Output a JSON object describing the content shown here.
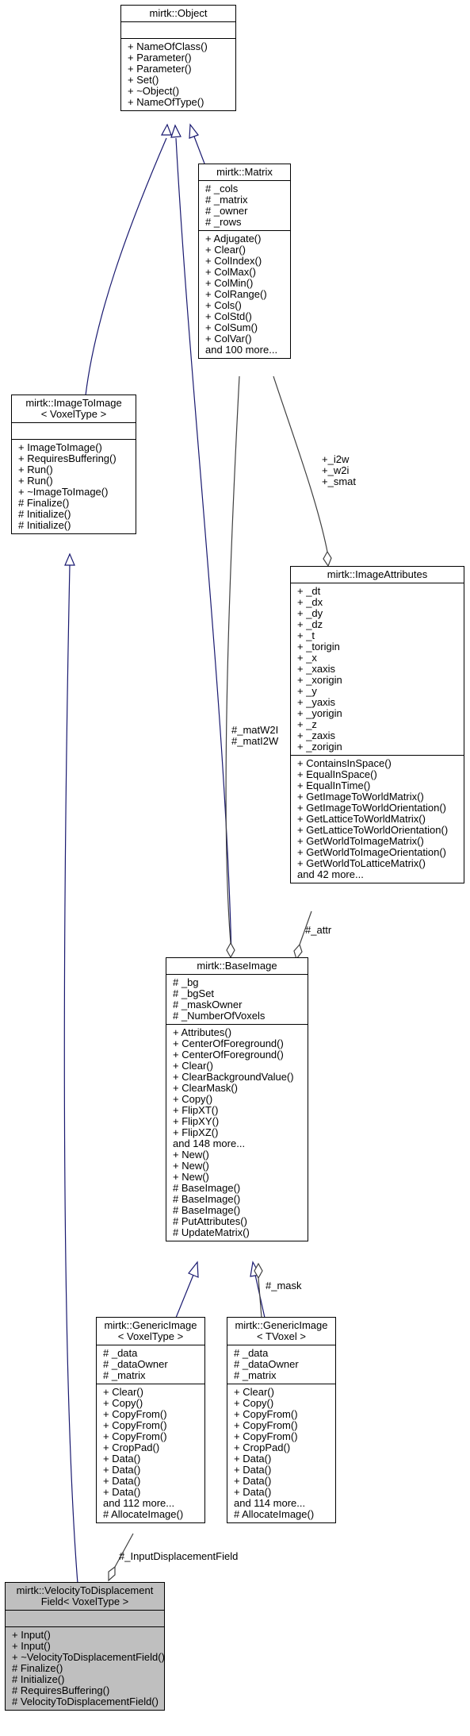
{
  "nodes": {
    "object": {
      "title": [
        "mirtk::Object"
      ],
      "attributes": [],
      "methods": [
        "+ NameOfClass()",
        "+ Parameter()",
        "+ Parameter()",
        "+ Set()",
        "+ ~Object()",
        "+ NameOfType()"
      ]
    },
    "matrix": {
      "title": [
        "mirtk::Matrix"
      ],
      "attributes": [
        "# _cols",
        "# _matrix",
        "# _owner",
        "# _rows"
      ],
      "methods": [
        "+ Adjugate()",
        "+ Clear()",
        "+ ColIndex()",
        "+ ColMax()",
        "+ ColMin()",
        "+ ColRange()",
        "+ Cols()",
        "+ ColStd()",
        "+ ColSum()",
        "+ ColVar()",
        "and 100 more..."
      ]
    },
    "imagetoimage": {
      "title": [
        "mirtk::ImageToImage",
        "< VoxelType >"
      ],
      "attributes": [],
      "methods": [
        "+ ImageToImage()",
        "+ RequiresBuffering()",
        "+ Run()",
        "+ Run()",
        "+ ~ImageToImage()",
        "# Finalize()",
        "# Initialize()",
        "# Initialize()"
      ]
    },
    "imageattributes": {
      "title": [
        "mirtk::ImageAttributes"
      ],
      "attributes": [
        "+ _dt",
        "+ _dx",
        "+ _dy",
        "+ _dz",
        "+ _t",
        "+ _torigin",
        "+ _x",
        "+ _xaxis",
        "+ _xorigin",
        "+ _y",
        "+ _yaxis",
        "+ _yorigin",
        "+ _z",
        "+ _zaxis",
        "+ _zorigin"
      ],
      "methods": [
        "+ ContainsInSpace()",
        "+ EqualInSpace()",
        "+ EqualInTime()",
        "+ GetImageToWorldMatrix()",
        "+ GetImageToWorldOrientation()",
        "+ GetLatticeToWorldMatrix()",
        "+ GetLatticeToWorldOrientation()",
        "+ GetWorldToImageMatrix()",
        "+ GetWorldToImageOrientation()",
        "+ GetWorldToLatticeMatrix()",
        "and 42 more..."
      ]
    },
    "baseimage": {
      "title": [
        "mirtk::BaseImage"
      ],
      "attributes": [
        "# _bg",
        "# _bgSet",
        "# _maskOwner",
        "# _NumberOfVoxels"
      ],
      "methods": [
        "+ Attributes()",
        "+ CenterOfForeground()",
        "+ CenterOfForeground()",
        "+ Clear()",
        "+ ClearBackgroundValue()",
        "+ ClearMask()",
        "+ Copy()",
        "+ FlipXT()",
        "+ FlipXY()",
        "+ FlipXZ()",
        "and 148 more...",
        "+ New()",
        "+ New()",
        "+ New()",
        "# BaseImage()",
        "# BaseImage()",
        "# BaseImage()",
        "# PutAttributes()",
        "# UpdateMatrix()"
      ]
    },
    "genericimage_voxel": {
      "title": [
        "mirtk::GenericImage",
        "< VoxelType >"
      ],
      "attributes": [
        "# _data",
        "# _dataOwner",
        "# _matrix"
      ],
      "methods": [
        "+ Clear()",
        "+ Copy()",
        "+ CopyFrom()",
        "+ CopyFrom()",
        "+ CopyFrom()",
        "+ CropPad()",
        "+ Data()",
        "+ Data()",
        "+ Data()",
        "+ Data()",
        "and 112 more...",
        "# AllocateImage()"
      ]
    },
    "genericimage_tvoxel": {
      "title": [
        "mirtk::GenericImage",
        "< TVoxel >"
      ],
      "attributes": [
        "# _data",
        "# _dataOwner",
        "# _matrix"
      ],
      "methods": [
        "+ Clear()",
        "+ Copy()",
        "+ CopyFrom()",
        "+ CopyFrom()",
        "+ CopyFrom()",
        "+ CropPad()",
        "+ Data()",
        "+ Data()",
        "+ Data()",
        "+ Data()",
        "and 114 more...",
        "# AllocateImage()"
      ]
    },
    "velocity": {
      "title": [
        "mirtk::VelocityToDisplacement",
        "Field< VoxelType >"
      ],
      "attributes": [],
      "methods": [
        "+ Input()",
        "+ Input()",
        "+ ~VelocityToDisplacementField()",
        "# Finalize()",
        "# Initialize()",
        "# RequiresBuffering()",
        "# VelocityToDisplacementField()"
      ]
    }
  },
  "edge_labels": {
    "i2w": [
      "+_i2w",
      "+_w2i",
      "+_smat"
    ],
    "matw2i": [
      "#_matW2I",
      "#_matI2W"
    ],
    "attr": [
      "#_attr"
    ],
    "mask": [
      "#_mask"
    ],
    "input_field": [
      "#_InputDisplacementField"
    ]
  },
  "colors": {
    "inheritance_edge": "#191970",
    "usage_edge": "#404040",
    "highlight_fill": "#bfbfbf",
    "box_border": "#000000"
  }
}
